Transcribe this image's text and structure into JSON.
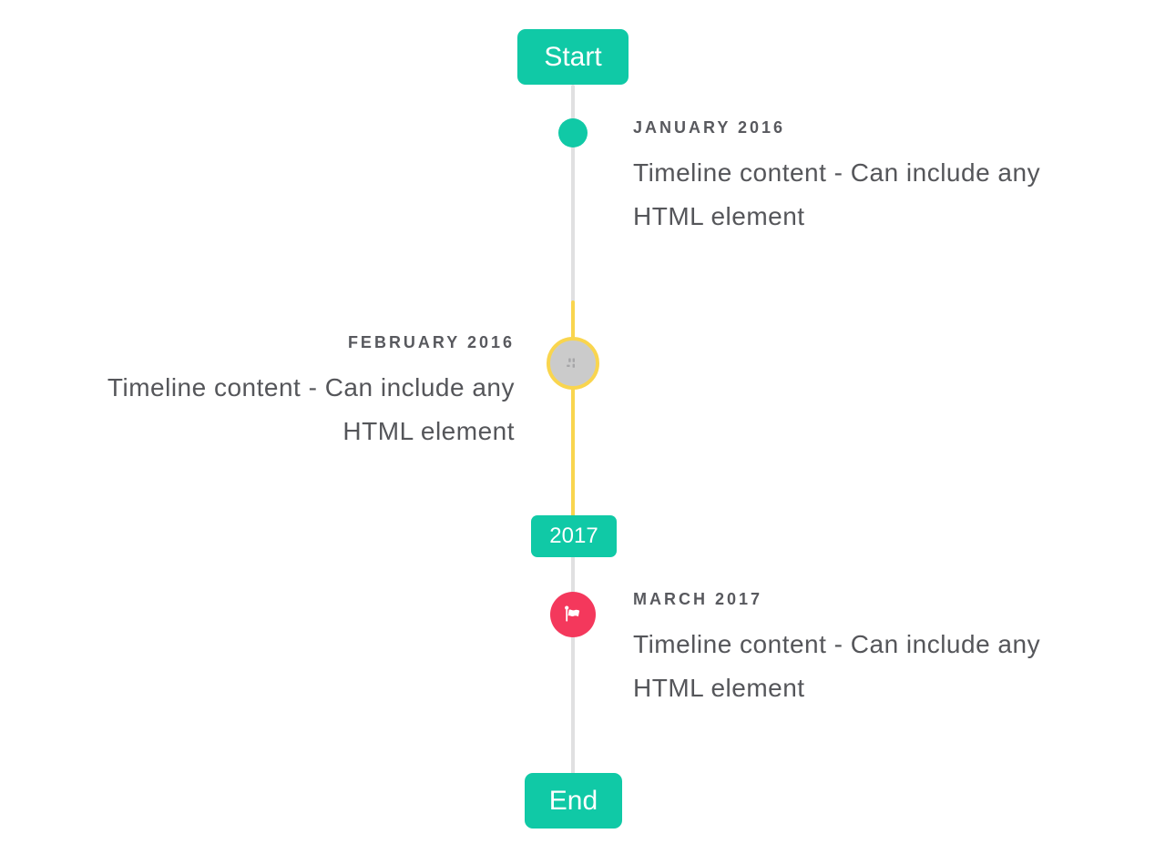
{
  "theme": {
    "teal": "#10c9a6",
    "yellow": "#f9d54e",
    "red": "#f4385c",
    "line": "#e0e0e1",
    "circlefill": "#cbcbcb",
    "heading": "#58595e",
    "body": "#55565a"
  },
  "timeline": {
    "start_label": "Start",
    "end_label": "End",
    "year_badge": "2017",
    "events": [
      {
        "date": "JANUARY 2016",
        "content": "Timeline content - Can include any HTML element",
        "side": "right",
        "marker": "teal-dot"
      },
      {
        "date": "FEBRUARY 2016",
        "content": "Timeline content - Can include any HTML element",
        "side": "left",
        "marker": "selected-circle-yellow-ring"
      },
      {
        "date": "MARCH 2017",
        "content": "Timeline content - Can include any HTML element",
        "side": "right",
        "marker": "flag-circle"
      }
    ],
    "icons": {
      "february_marker": "broken-image-icon",
      "march_marker": "flag-icon"
    }
  }
}
